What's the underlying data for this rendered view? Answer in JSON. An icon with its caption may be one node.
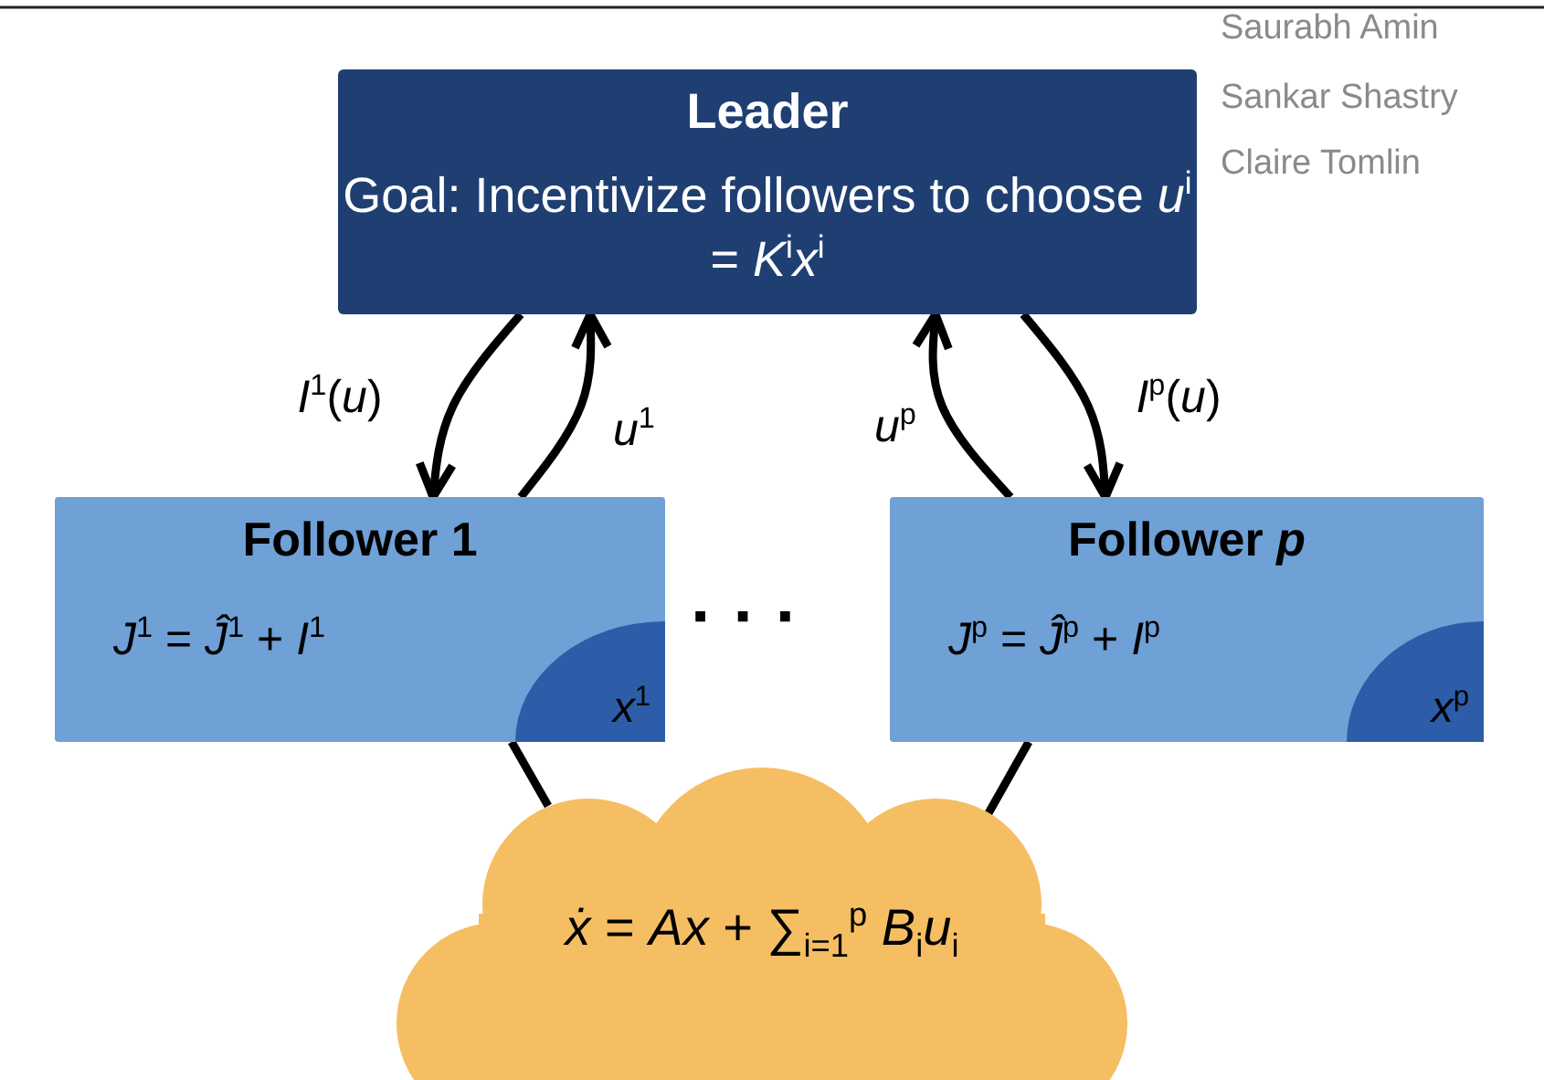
{
  "diagram": {
    "nodes": [
      {
        "text": [
          "Leader",
          "Goal: Incentivize followers to choose *u*$^{i}$ = *K*$^{i}$*x*$^{i}$"
        ]
      },
      {
        "text": [
          "Follower 1",
          "*J*$^{1}$ = *Ĵ*$^{1}$ + *I*$^{1}$"
        ]
      },
      {
        "text": [
          "*x*$^{1}$"
        ],
        "in": 1
      },
      {
        "text": [
          "Follower *p*",
          "*J*$^{p}$ = *Ĵ*$^{p}$ + *I*$^{p}$"
        ]
      },
      {
        "text": [
          "*x*$^{p}$"
        ],
        "in": 3
      },
      {
        "text": [
          "*ẋ* = *Ax* + ∑$_{i=1}$$^{p}$ *B*$_{i}$*u*$_{i}$"
        ]
      }
    ],
    "edges": [
      {
        "from": 0,
        "to": 1,
        "arrow": "to",
        "label": "*I*$^{1}$(*u*)"
      },
      {
        "from": 1,
        "to": 0,
        "arrow": "to",
        "label": "*u*$^{1}$"
      },
      {
        "from": 3,
        "to": 0,
        "arrow": "to",
        "label": "*u*$^{p}$"
      },
      {
        "from": 0,
        "to": 3,
        "arrow": "to",
        "label": "*I*$^{p}$(*u*)"
      },
      {
        "from": 2,
        "to": 5,
        "arrow": "none"
      },
      {
        "from": 3,
        "to": 5,
        "arrow": "none"
      }
    ],
    "labels": [
      "Saurabh Amin",
      "Sankar Shastry",
      "Claire Tomlin",
      "· · ·"
    ]
  }
}
